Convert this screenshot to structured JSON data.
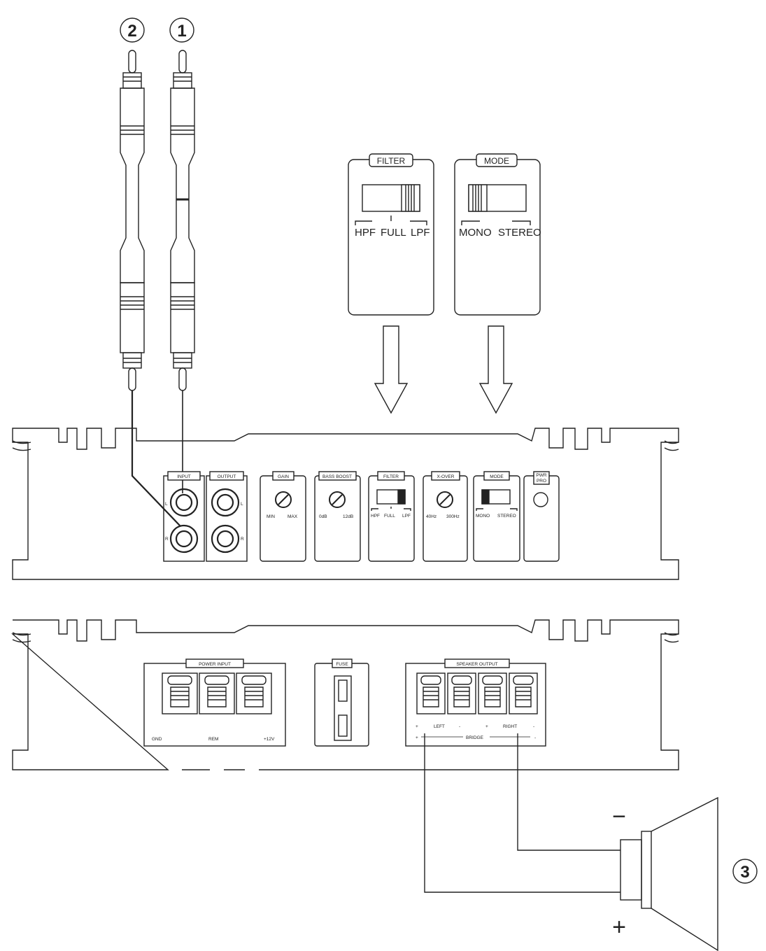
{
  "callouts": [
    "2",
    "1",
    "3"
  ],
  "detail": {
    "filter": {
      "title": "FILTER",
      "positions": [
        "HPF",
        "FULL",
        "LPF"
      ]
    },
    "mode": {
      "title": "MODE",
      "positions": [
        "MONO",
        "STEREO"
      ]
    }
  },
  "front_panel": {
    "input": {
      "title": "INPUT",
      "ch_l": "L",
      "ch_r": "R"
    },
    "output": {
      "title": "OUTPUT",
      "ch_l": "L",
      "ch_r": "R"
    },
    "gain": {
      "title": "GAIN",
      "min": "MIN",
      "max": "MAX"
    },
    "bass_boost": {
      "title": "BASS BOOST",
      "min": "0dB",
      "max": "12dB"
    },
    "filter": {
      "title": "FILTER",
      "positions": [
        "HPF",
        "FULL",
        "LPF"
      ]
    },
    "xover": {
      "title": "X-OVER",
      "min": "40Hz",
      "max": "300Hz"
    },
    "mode": {
      "title": "MODE",
      "positions": [
        "MONO",
        "STEREO"
      ]
    },
    "pwr_pro": {
      "line1": "PWR",
      "line2": "PRO"
    }
  },
  "rear_panel": {
    "power_input": {
      "title": "POWER INPUT",
      "terminals": [
        "GND",
        "REM",
        "+12V"
      ]
    },
    "fuse": {
      "title": "FUSE"
    },
    "speaker_output": {
      "title": "SPEAKER OUTPUT",
      "plus1": "+",
      "left": "LEFT",
      "minus1": "-",
      "plus2": "+",
      "right": "RIGHT",
      "minus2": "-",
      "bridge_plus": "+",
      "bridge": "BRIDGE",
      "bridge_minus": "-"
    }
  },
  "speaker": {
    "minus": "−",
    "plus": "+"
  }
}
